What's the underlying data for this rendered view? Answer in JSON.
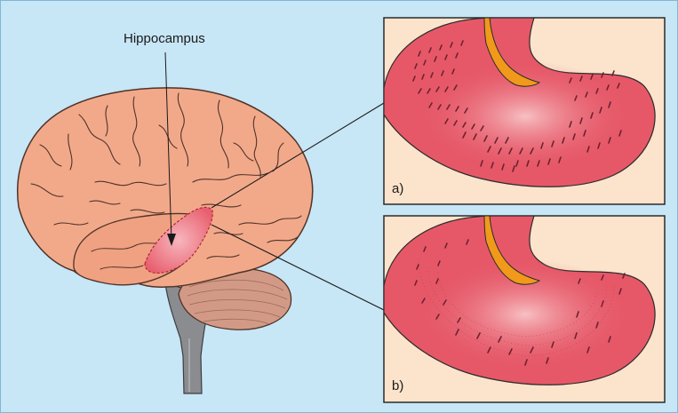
{
  "figure": {
    "structure_label": "Hippocampus",
    "panels": [
      {
        "label": "a)"
      },
      {
        "label": "b)"
      }
    ]
  },
  "colors": {
    "background": "#c7e6f6",
    "brain": "#f2a98a",
    "brain_outline": "#5a3b2e",
    "hippocampus": "#e8606f",
    "cerebellum": "#d29a86",
    "brainstem": "#8b8c90",
    "panel_bg": "#fbe3cc",
    "tissue": "#e65868",
    "ventricle": "#f1991a",
    "neurons": "#6a2230"
  }
}
